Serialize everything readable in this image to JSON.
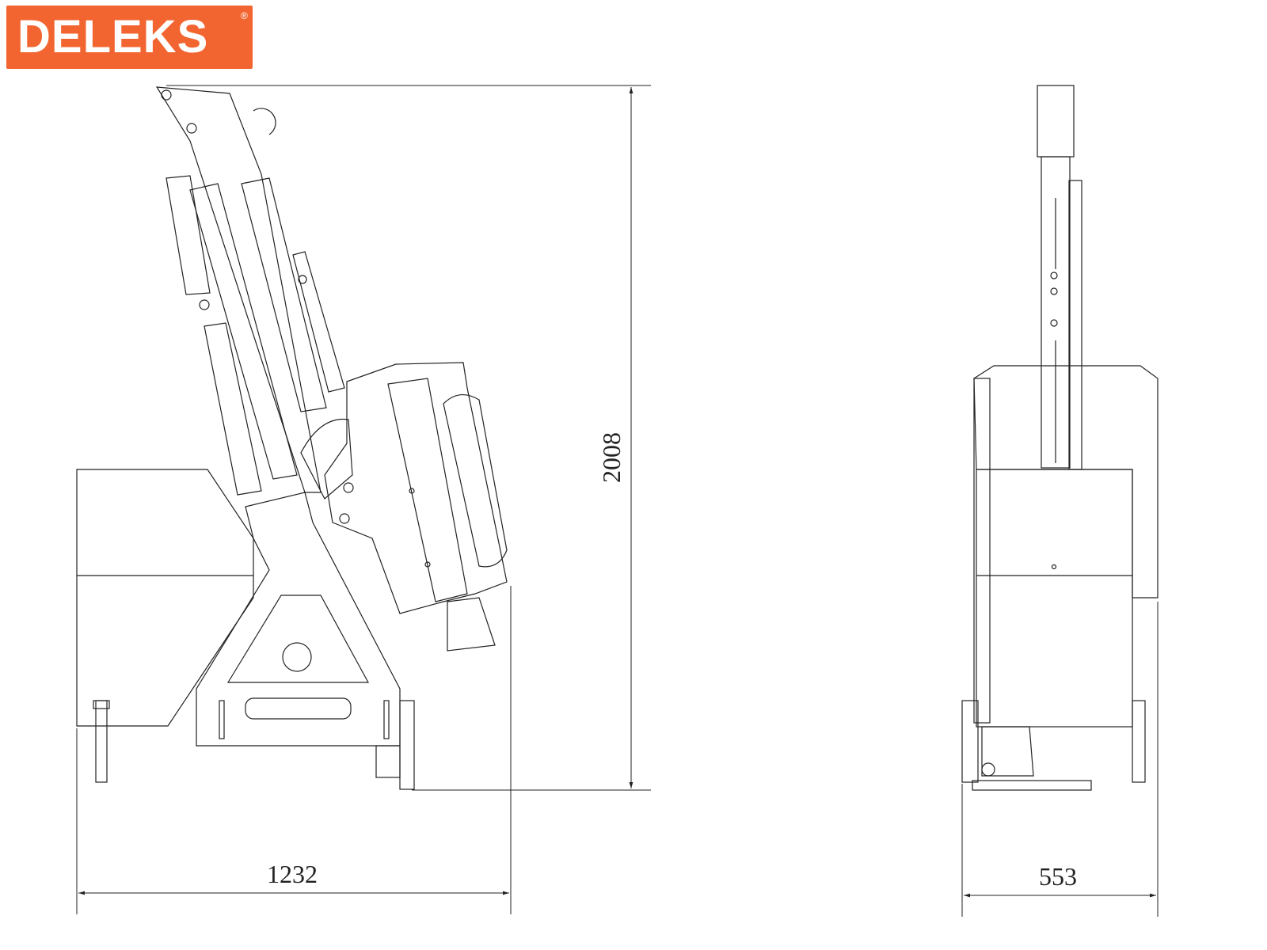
{
  "logo": {
    "text": "DELEKS",
    "registered": "®",
    "color": "#f26530"
  },
  "dimensions": {
    "height": "2008",
    "side_length": "1232",
    "front_width": "553"
  }
}
